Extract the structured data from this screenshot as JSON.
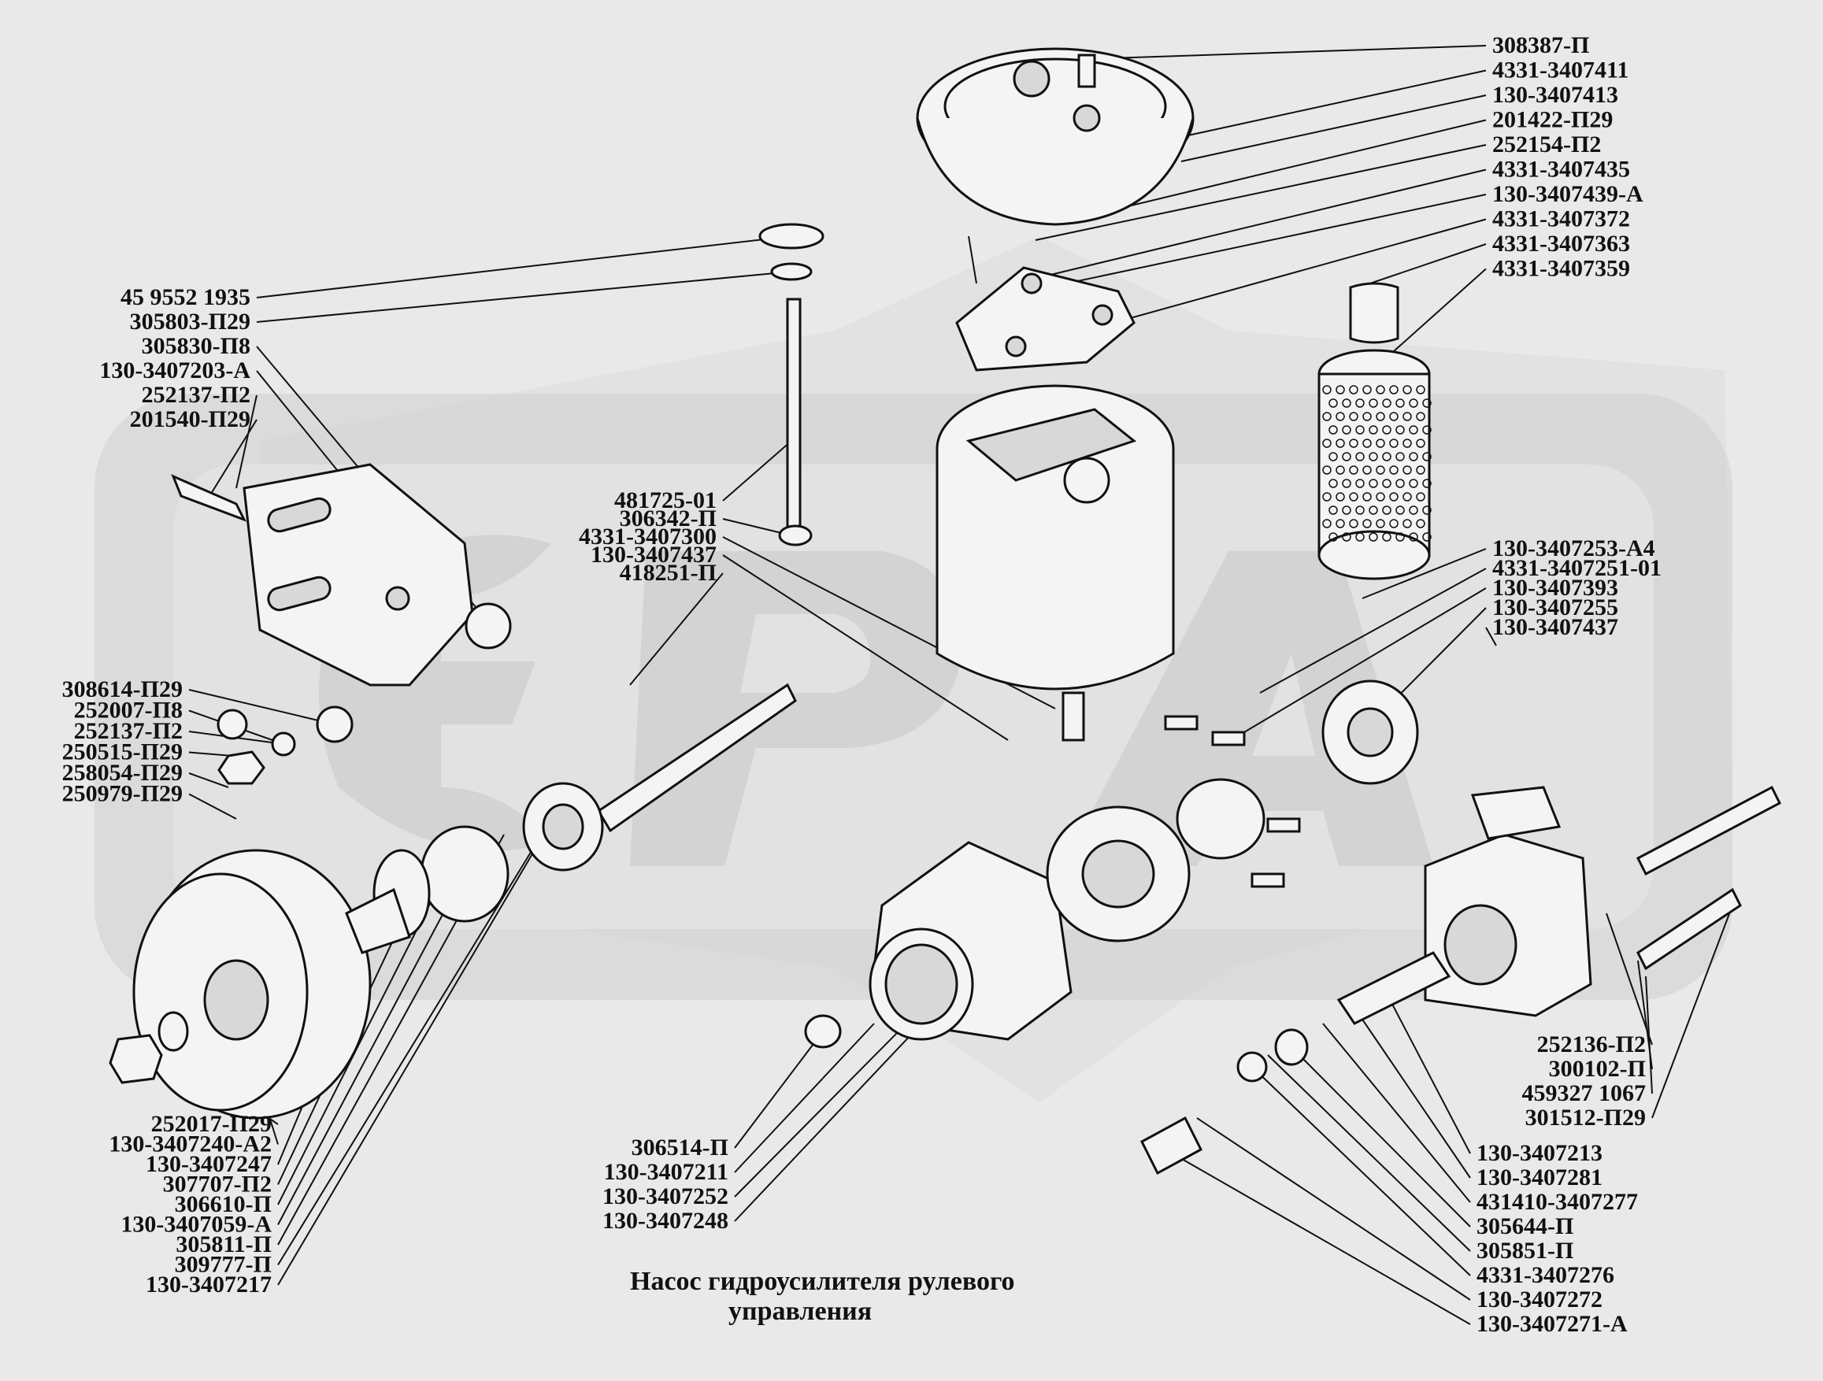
{
  "title": {
    "line1": "Насос гидроусилителя рулевого",
    "line2": "управления"
  },
  "labels_top_right": [
    "308387-П",
    "4331-3407411",
    "130-3407413",
    "201422-П29",
    "252154-П2",
    "4331-3407435",
    "130-3407439-А",
    "4331-3407372",
    "4331-3407363",
    "4331-3407359"
  ],
  "labels_left": [
    "45 9552 1935",
    "305803-П29",
    "305830-П8",
    "130-3407203-А",
    "252137-П2",
    "201540-П29"
  ],
  "labels_left_mid": [
    "308614-П29",
    "252007-П8",
    "252137-П2",
    "250515-П29",
    "258054-П29",
    "250979-П29"
  ],
  "labels_center_mid": [
    "481725-01",
    "306342-П",
    "4331-3407300",
    "130-3407437",
    "418251-П"
  ],
  "labels_right_mid": [
    "130-3407253-А4",
    "4331-3407251-01",
    "130-3407393",
    "130-3407255",
    "130-3407437"
  ],
  "labels_bottom_left": [
    "252017-П29",
    "130-3407240-А2",
    "130-3407247",
    "307707-П2",
    "306610-П",
    "130-3407059-А",
    "305811-П",
    "309777-П",
    "130-3407217"
  ],
  "labels_bottom_center": [
    "306514-П",
    "130-3407211",
    "130-3407252",
    "130-3407248"
  ],
  "labels_right_low": [
    "252136-П2",
    "300102-П",
    "459327 1067",
    "301512-П29"
  ],
  "labels_bottom_right": [
    "130-3407213",
    "130-3407281",
    "431410-3407277",
    "305644-П",
    "305851-П",
    "4331-3407276",
    "130-3407272",
    "130-3407271-А"
  ],
  "watermark_text": "ЭРА",
  "colors": {
    "background": "#e9e9e9",
    "ink": "#111111",
    "watermark": "#cfcfcf"
  }
}
